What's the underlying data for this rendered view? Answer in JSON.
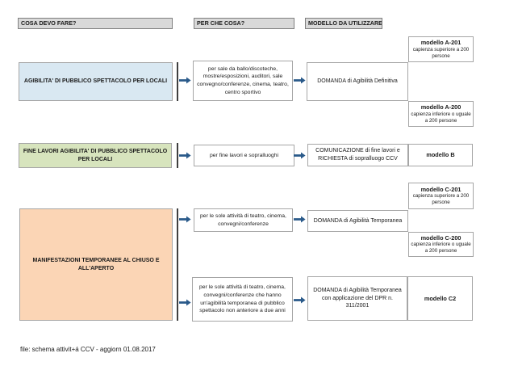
{
  "colors": {
    "header-fill": "#d9d9d9",
    "header-border": "#7f7f7f",
    "box-border": "#a6a6a6",
    "blue-fill": "#d9e8f2",
    "green-fill": "#d7e4bd",
    "orange-fill": "#fbd5b5",
    "arrow-color": "#2a5a8a",
    "line-color": "#3f3f3f",
    "text-color": "#1a1a1a",
    "canvas-bg": "#ffffff"
  },
  "headers": [
    "COSA DEVO FARE?",
    "PER CHE COSA?",
    "MODELLO DA UTILIZZARE"
  ],
  "row1": {
    "left_lines": [
      "AGIBILITA' DI PUBBLICO SPETTACOLO PER LOCALI"
    ],
    "mid": "per sale da ballo/discoteche, mostre/esposizioni, auditori, sale convegno/conferenze, cinema, teatro, centro sportivo",
    "domanda": "DOMANDA di Agibilità Definitiva",
    "model_top": {
      "title": "modello A-201",
      "note": "capienza superiore a 200 persone"
    },
    "model_bottom": {
      "title": "modello A-200",
      "note": "capienza inferiore o uguale a 200 persone"
    }
  },
  "row2": {
    "left_lines": [
      "FINE LAVORI AGIBILITA' DI PUBBLICO SPETTACOLO",
      "PER LOCALI"
    ],
    "mid": "per fine lavori e sopralluoghi",
    "domanda": "COMUNICAZIONE di fine lavori e RICHIESTA di sopralluogo CCV",
    "model": {
      "title": "modello B"
    }
  },
  "row3": {
    "left_lines": [
      "MANIFESTAZIONI TEMPORANEE AL CHIUSO E",
      "ALL'APERTO"
    ],
    "branch1": {
      "mid": "per le sole attività di teatro, cinema, convegni/conferenze",
      "domanda": "DOMANDA di Agibilità Temporanea",
      "model_top": {
        "title": "modello C-201",
        "note": "capienza superiore a 200 persone"
      },
      "model_bottom": {
        "title": "modello C-200",
        "note": "capienza inferiore o uguale a 200 persone"
      }
    },
    "branch2": {
      "mid": "per le sole attività di teatro, cinema, convegni/conferenze che hanno un'agibilità temporanea di pubblico spettacolo non anteriore a due anni",
      "domanda": "DOMANDA di Agibilità Temporanea con applicazione del DPR n. 311/2001",
      "model": {
        "title": "modello C2"
      }
    }
  },
  "footer": "file: schema attivit+á CCV - aggiorn 01.08.2017"
}
